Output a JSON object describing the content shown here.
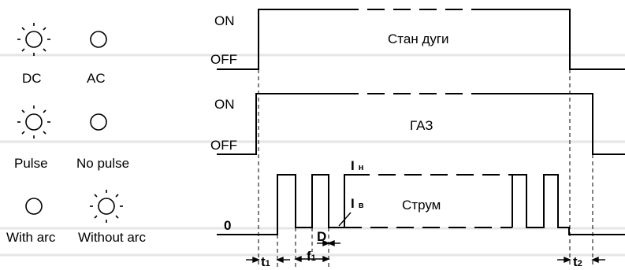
{
  "legend": {
    "dc": "DC",
    "ac": "AC",
    "pulse": "Pulse",
    "no_pulse": "No pulse",
    "with_arc": "With arc",
    "without_arc": "Without arc"
  },
  "signals": {
    "arc": {
      "on": "ON",
      "off": "OFF",
      "label": "Стан дуги"
    },
    "gas": {
      "on": "ON",
      "off": "OFF",
      "label": "ГАЗ"
    },
    "current": {
      "zero": "0",
      "label": "Струм",
      "high_main": "I",
      "high_sub": "н",
      "low_main": "I",
      "low_sub": "в"
    }
  },
  "timing": {
    "t1_main": "t",
    "t1_sub": "1",
    "f1_main": "f",
    "f1_sub": "1",
    "d": "D",
    "t2_main": "t",
    "t2_sub": "2"
  }
}
